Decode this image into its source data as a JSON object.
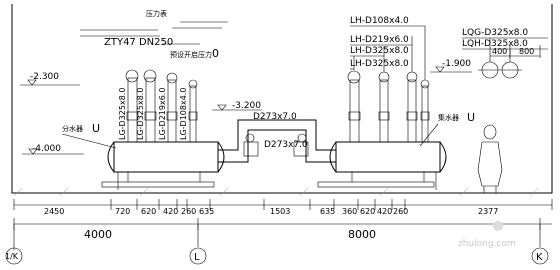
{
  "valve_label": "ZTY47 DN250",
  "pressure_gauge_label": "压力表",
  "valve_open_label": "预设开启压力",
  "valve_open_value": "0",
  "elevations": {
    "left_upper": "-2.300",
    "left_lower": "-4.000",
    "center": "-3.200",
    "right": "-1.900"
  },
  "pipe_center_labels": {
    "upper": "D273x7.0",
    "lower": "D273x7.0"
  },
  "left_vertical_pipes": [
    "LG-D325x8.0",
    "LG-D325x8.0",
    "LG-D219x6.0",
    "LG-D108x4.0"
  ],
  "right_pipe_labels": [
    "LH-D108x4.0",
    "LH-D219x6.0",
    "LH-D325x8.0",
    "LH-D325x8.0"
  ],
  "far_right_pipe_labels": [
    "LQG-D325x8.0",
    "LQH-D325x8.0"
  ],
  "far_right_dims": [
    "400",
    "800"
  ],
  "left_header": {
    "name": "分水器",
    "flag": "U"
  },
  "right_header": {
    "name": "集水器",
    "flag": "U"
  },
  "bottom_dims": [
    "2450",
    "720",
    "620",
    "420",
    "260",
    "635",
    "1503",
    "635",
    "360",
    "620",
    "420",
    "260",
    "2377"
  ],
  "span_dims": [
    "4000",
    "8000"
  ],
  "axis_labels": [
    "1/K",
    "L",
    "K"
  ],
  "watermark_text": "zhulong.com"
}
